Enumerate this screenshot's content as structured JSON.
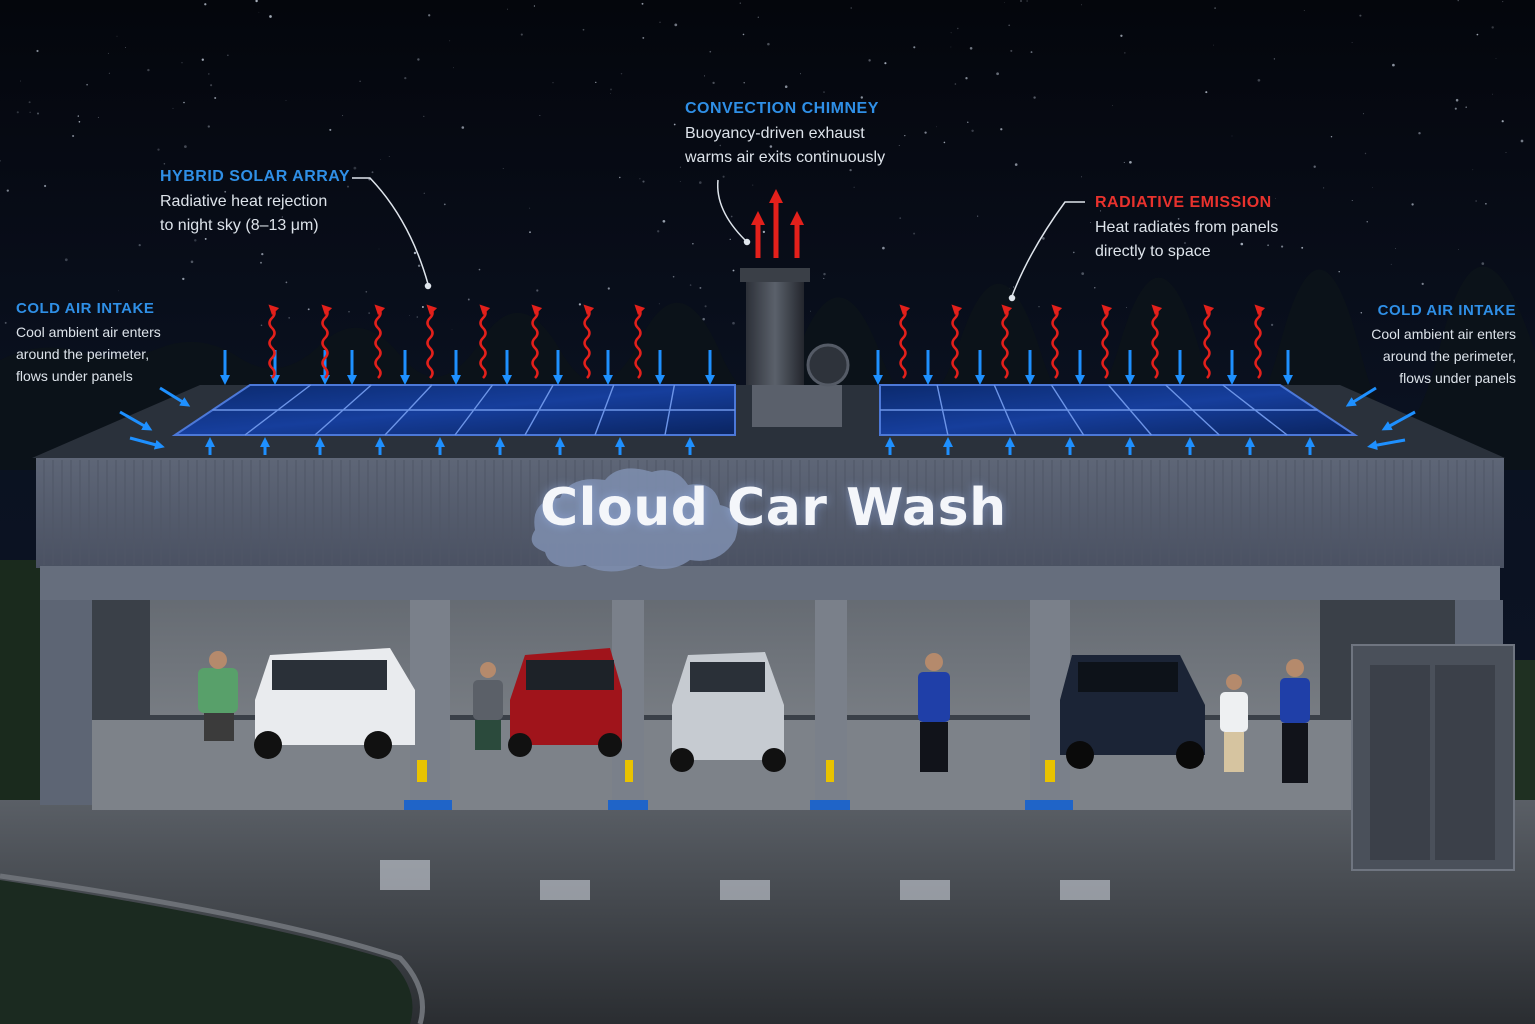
{
  "sign": {
    "business_name": "Cloud Car Wash"
  },
  "callouts": {
    "hybrid_solar_array": {
      "title": "HYBRID SOLAR ARRAY",
      "line1": "Radiative heat rejection",
      "line2": "to night sky (8–13 μm)"
    },
    "convection_chimney": {
      "title": "CONVECTION CHIMNEY",
      "line1": "Buoyancy-driven exhaust",
      "line2": "warms air exits continuously"
    },
    "radiative_emission": {
      "title": "RADIATIVE EMISSION",
      "line1": "Heat radiates from panels",
      "line2": "directly to space"
    },
    "cold_air_intake_left": {
      "title": "COLD AIR INTAKE",
      "line1": "Cool ambient air enters",
      "line2": "around the perimeter,",
      "line3": "flows under panels"
    },
    "cold_air_intake_right": {
      "title": "COLD AIR INTAKE",
      "line1": "Cool ambient air enters",
      "line2": "around the perimeter,",
      "line3": "flows under panels"
    }
  },
  "colors": {
    "cold_air_arrow": "#1e90ff",
    "heat_arrow": "#e3201b",
    "title_blue": "#2f8fe6",
    "title_red": "#e8322d",
    "night_sky": "#05080f"
  },
  "icons": [
    "cloud-logo-icon",
    "heat-wave-arrow-icon",
    "cold-air-arrow-icon",
    "exhaust-arrow-icon"
  ]
}
